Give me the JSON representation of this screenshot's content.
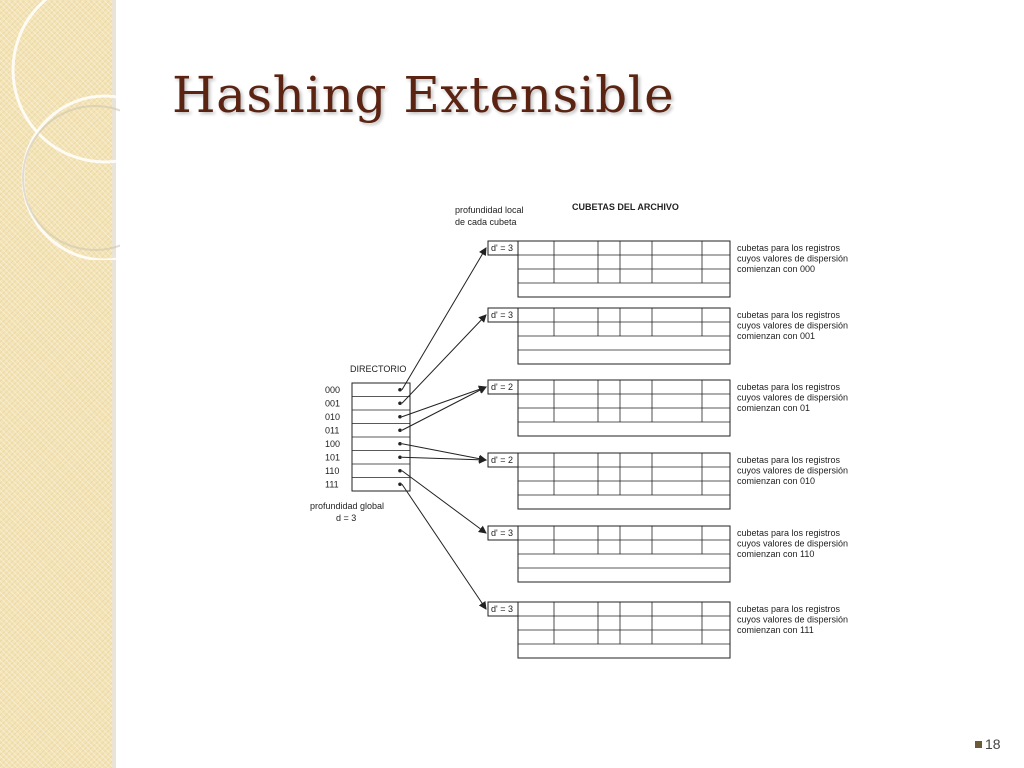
{
  "slide": {
    "title": "Hashing Extensible",
    "number": "18"
  },
  "diagram": {
    "header_local_depth_line1": "profundidad local",
    "header_local_depth_line2": "de cada cubeta",
    "header_buckets": "CUBETAS DEL ARCHIVO",
    "directory_label": "DIRECTORIO",
    "directory_entries": [
      "000",
      "001",
      "010",
      "011",
      "100",
      "101",
      "110",
      "111"
    ],
    "global_depth_line1": "profundidad global",
    "global_depth_line2": "d = 3",
    "buckets": [
      {
        "depth": "d' = 3",
        "desc": [
          "cubetas para los registros",
          "cuyos valores de dispersión",
          "comienzan con 000"
        ]
      },
      {
        "depth": "d' = 3",
        "desc": [
          "cubetas para los registros",
          "cuyos valores de dispersión",
          "comienzan con 001"
        ]
      },
      {
        "depth": "d' = 2",
        "desc": [
          "cubetas para los registros",
          "cuyos valores de dispersión",
          "comienzan con 01"
        ]
      },
      {
        "depth": "d' = 2",
        "desc": [
          "cubetas para los registros",
          "cuyos valores de dispersión",
          "comienzan con 010"
        ]
      },
      {
        "depth": "d' = 3",
        "desc": [
          "cubetas para los registros",
          "cuyos valores de dispersión",
          "comienzan con 110"
        ]
      },
      {
        "depth": "d' = 3",
        "desc": [
          "cubetas para los registros",
          "cuyos valores de dispersión",
          "comienzan con 111"
        ]
      }
    ],
    "pointers": [
      {
        "from": "000",
        "to_bucket": 0
      },
      {
        "from": "001",
        "to_bucket": 1
      },
      {
        "from": "010",
        "to_bucket": 2
      },
      {
        "from": "011",
        "to_bucket": 2
      },
      {
        "from": "100",
        "to_bucket": 3
      },
      {
        "from": "101",
        "to_bucket": 3
      },
      {
        "from": "110",
        "to_bucket": 4
      },
      {
        "from": "111",
        "to_bucket": 5
      }
    ]
  }
}
